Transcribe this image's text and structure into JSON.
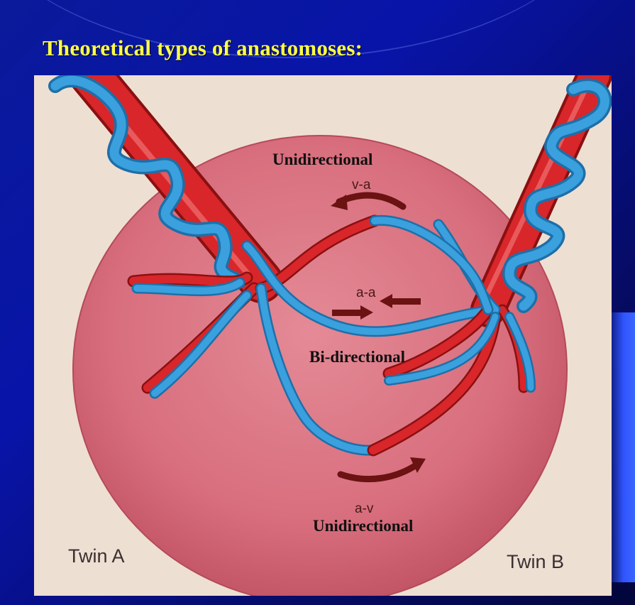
{
  "slide": {
    "title": "Theoretical types of anastomoses:"
  },
  "diagram": {
    "labels": {
      "unidirectional_top": "Unidirectional",
      "va": "v-a",
      "aa": "a-a",
      "bidirectional": "Bi-directional",
      "av": "a-v",
      "unidirectional_bottom": "Unidirectional",
      "twin_a": "Twin A",
      "twin_b": "Twin B"
    },
    "colors": {
      "artery": "#d8262a",
      "vein": "#2f94d2",
      "placenta": "#d96e7c",
      "arrow": "#6b1212",
      "background": "#eedfd3"
    }
  }
}
